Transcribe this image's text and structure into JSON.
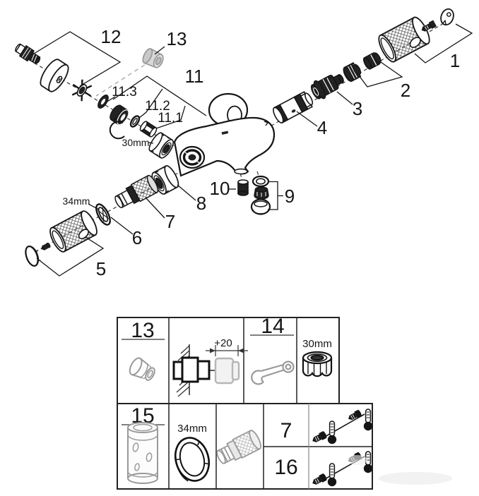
{
  "diagram": {
    "labels": {
      "n1": "1",
      "n2": "2",
      "n3": "3",
      "n4": "4",
      "n5": "5",
      "n6": "6",
      "n7": "7",
      "n8": "8",
      "n9": "9",
      "n10": "10",
      "n11": "11",
      "n11_1": "11.1",
      "n11_2": "11.2",
      "n11_3": "11.3",
      "n12": "12",
      "n13": "13",
      "size_30mm": "30mm",
      "size_34mm": "34mm"
    }
  },
  "table": {
    "row1": {
      "num13": "13",
      "dim_plus20": "+20",
      "num14": "14",
      "size_30mm": "30mm"
    },
    "row2": {
      "num15": "15",
      "size_34mm": "34mm",
      "num7": "7",
      "num16": "16"
    }
  },
  "colors": {
    "ink": "#151515",
    "ghost": "#9a9a9a",
    "background": "#ffffff"
  }
}
